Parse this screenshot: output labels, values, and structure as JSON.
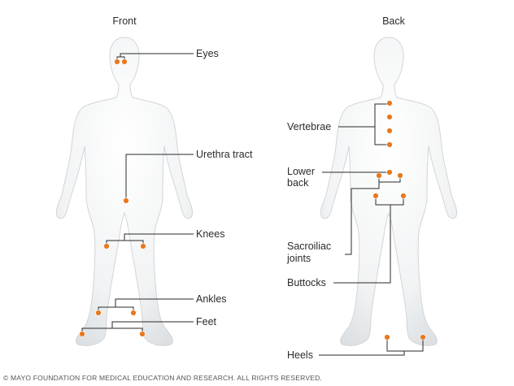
{
  "views": {
    "front": "Front",
    "back": "Back"
  },
  "labels": {
    "eyes": "Eyes",
    "urethra_tract": "Urethra tract",
    "knees": "Knees",
    "ankles": "Ankles",
    "feet": "Feet",
    "vertebrae": "Vertebrae",
    "lower_back_line1": "Lower",
    "lower_back_line2": "back",
    "sacroiliac_line1": "Sacroiliac",
    "sacroiliac_line2": "joints",
    "buttocks": "Buttocks",
    "heels": "Heels"
  },
  "copyright": "© MAYO FOUNDATION FOR MEDICAL EDUCATION AND RESEARCH. ALL RIGHTS RESERVED.",
  "colors": {
    "marker": "#e8791e",
    "body_fill_light": "#ffffff",
    "body_fill_dark": "#dfe2e5",
    "leader_line": "#2a2a2a"
  }
}
